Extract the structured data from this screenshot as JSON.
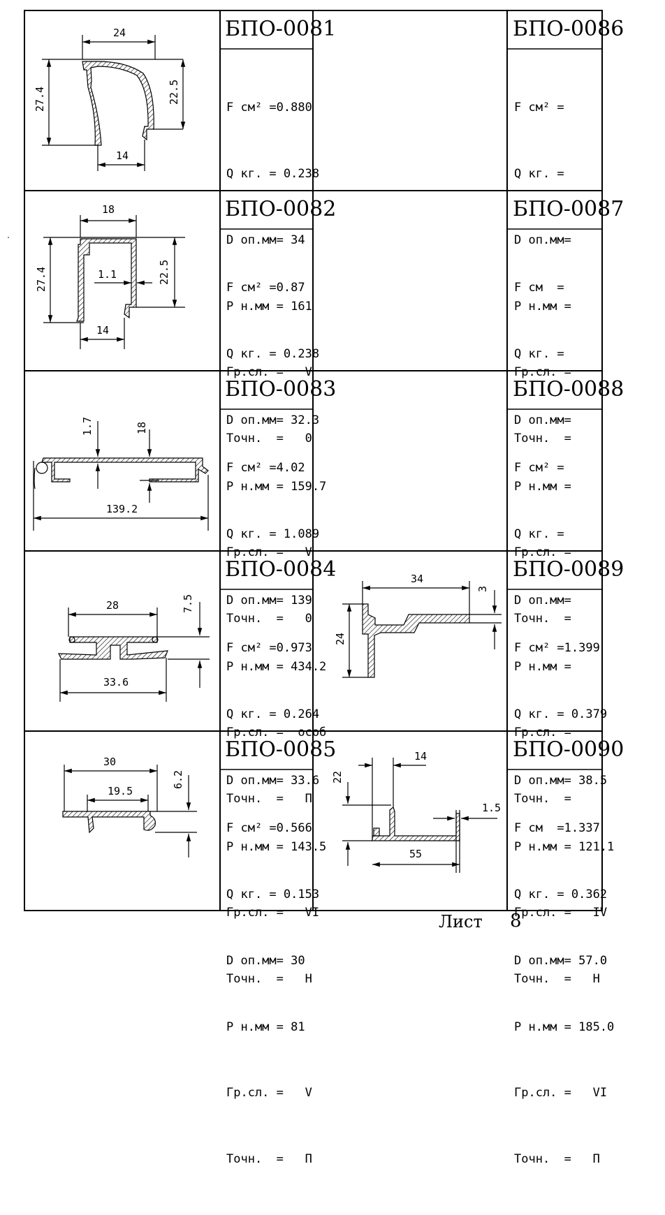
{
  "blocks": [
    {
      "left": {
        "title": "БПО-0081",
        "specs": [
          "F см² =0.880",
          "Q кг. = 0.238",
          "D оп.мм= 34",
          "P н.мм = 161",
          "Гр.сл. =   V",
          "Точн.  =   0"
        ],
        "dims": [
          "24",
          "27.4",
          "22.5",
          "14"
        ]
      },
      "right": {
        "title": "БПО-0086",
        "specs": [
          "F см² =",
          "Q кг. =",
          "D оп.мм=",
          "P н.мм =",
          "Гр.сл. =",
          "Точн.  ="
        ],
        "dims": []
      }
    },
    {
      "left": {
        "title": "БПО-0082",
        "specs": [
          "F см² =0.87",
          "Q кг. = 0.238",
          "D оп.мм= 32.3",
          "P н.мм = 159.7",
          "Гр.сл. =   V",
          "Точн.  =   0"
        ],
        "dims": [
          "18",
          "27.4",
          "1.1",
          "22.5",
          "14"
        ]
      },
      "right": {
        "title": "БПО-0087",
        "specs": [
          "F см  =",
          "Q кг. =",
          "D оп.мм=",
          "P н.мм =",
          "Гр.сл. =",
          "Точн.  ="
        ],
        "dims": []
      }
    },
    {
      "left": {
        "title": "БПО-0083",
        "specs": [
          "F см² =4.02",
          "Q кг. = 1.089",
          "D оп.мм= 139",
          "P н.мм = 434.2",
          "Гр.сл. =  особ",
          "Точн.  =   П"
        ],
        "dims": [
          "1.7",
          "18",
          "139.2"
        ]
      },
      "right": {
        "title": "БПО-0088",
        "specs": [
          "F см² =",
          "Q кг. =",
          "D оп.мм=",
          "P н.мм =",
          "Гр.сл. =",
          "Точн.  ="
        ],
        "dims": []
      }
    },
    {
      "left": {
        "title": "БПО-0084",
        "specs": [
          "F см² =0.973",
          "Q кг. = 0.264",
          "D оп.мм= 33.6",
          "P н.мм = 143.5",
          "Гр.сл. =   VI",
          "Точн.  =   Н"
        ],
        "dims": [
          "28",
          "7.5",
          "33.6"
        ]
      },
      "right": {
        "title": "БПО-0089",
        "specs": [
          "F см² =1.399",
          "Q кг. = 0.379",
          "D оп.мм= 38.5",
          "P н.мм = 121.1",
          "Гр.сл. =   IV",
          "Точн.  =   Н"
        ],
        "dims": [
          "34",
          "3",
          "24"
        ]
      }
    },
    {
      "left": {
        "title": "БПО-0085",
        "specs": [
          "F см² =0.566",
          "Q кг. = 0.153",
          "D оп.мм= 30",
          "P н.мм = 81",
          "Гр.сл. =   V",
          "Точн.  =   П"
        ],
        "dims": [
          "30",
          "6.2",
          "19.5"
        ]
      },
      "right": {
        "title": "БПО-0090",
        "specs": [
          "F см  =1.337",
          "Q кг. = 0.362",
          "D оп.мм= 57.0",
          "P н.мм = 185.0",
          "Гр.сл. =   VI",
          "Точн.  =   П"
        ],
        "dims": [
          "14",
          "22",
          "1.5",
          "55"
        ]
      }
    }
  ],
  "footer": {
    "label": "Лист",
    "page": "8"
  }
}
